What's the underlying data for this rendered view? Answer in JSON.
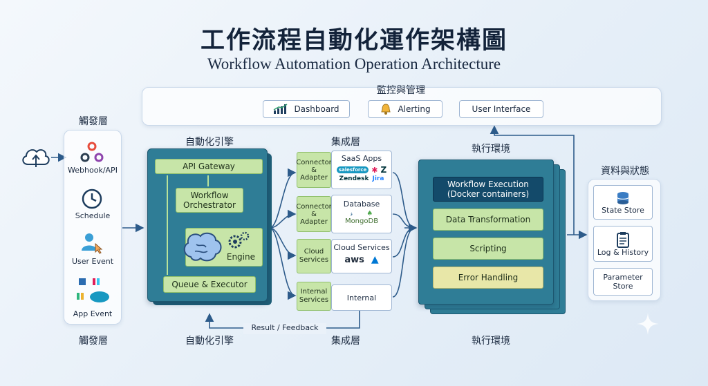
{
  "title_zh": "工作流程自動化運作架構圖",
  "title_en": "Workflow Automation Operation Architecture",
  "monitoring": {
    "title": "監控與管理",
    "dashboard": "Dashboard",
    "alerting": "Alerting",
    "user_interface": "User Interface"
  },
  "trigger": {
    "title": "觸發層",
    "bottom_title": "觸發層",
    "webhook": "Webhook/API",
    "schedule": "Schedule",
    "user_event": "User Event",
    "app_event": "App Event"
  },
  "engine": {
    "title": "自動化引擎",
    "bottom_title": "自動化引擎",
    "api_gateway": "API Gateway",
    "orchestrator_line1": "Workflow",
    "orchestrator_line2": "Orchestrator",
    "engine": "Engine",
    "queue": "Queue & Executor"
  },
  "integration": {
    "title": "集成層",
    "bottom_title": "集成層",
    "connector1_l1": "Connector",
    "connector1_l2": "&",
    "connector1_l3": "Adapter",
    "saas_title": "SaaS Apps",
    "brand_salesforce": "salesforce",
    "brand_zendesk": "Zendesk",
    "brand_jira": "Jira",
    "connector2_l1": "Connector",
    "connector2_l2": "&",
    "connector2_l3": "Adapter",
    "database_title": "Database",
    "brand_mongodb": "MongoDB",
    "cloud_l1": "Cloud",
    "cloud_l2": "Services",
    "cloud_services_title": "Cloud Services",
    "brand_aws": "aws",
    "internal_l1": "Internal",
    "internal_l2": "Services",
    "internal_title": "Internal"
  },
  "execution": {
    "title": "執行環境",
    "bottom_title": "執行環境",
    "workflow_exec_l1": "Workflow Execution",
    "workflow_exec_l2": "(Docker containers)",
    "data_transform": "Data Transformation",
    "scripting": "Scripting",
    "error_handling": "Error Handling"
  },
  "data_state": {
    "title": "資料與狀態",
    "state_store": "State Store",
    "log_history": "Log & History",
    "param_l1": "Parameter",
    "param_l2": "Store"
  },
  "feedback": "Result / Feedback",
  "colors": {
    "engine_bg": "#2f7d96",
    "green_box": "#c7e5a8",
    "navy_box": "#134a6a",
    "line": "#2d5b8a"
  }
}
